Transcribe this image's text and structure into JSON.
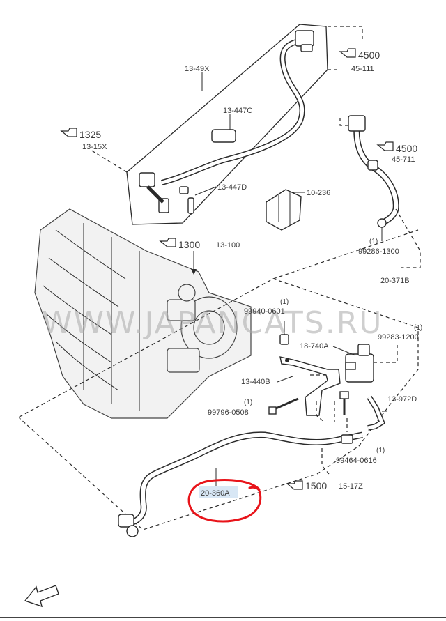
{
  "watermark": "WWW.JAPANCATS.RU",
  "refs": {
    "r4500_top": {
      "num": "4500",
      "sub": "45-111"
    },
    "r4500_mid": {
      "num": "4500",
      "sub": "45-711"
    },
    "r1325": {
      "num": "1325",
      "sub": "13-15X"
    },
    "r1300": {
      "num": "1300",
      "sub": "13-100"
    },
    "r1500": {
      "num": "1500",
      "sub": "15-17Z"
    }
  },
  "parts": {
    "p13_49X": "13-49X",
    "p13_447C": "13-447C",
    "p13_447D": "13-447D",
    "p10_236": "10-236",
    "p99286": "99286-1300",
    "p20_371B": "20-371B",
    "p99940": "99940-0601",
    "p18_740A": "18-740A",
    "p99283": "99283-1200",
    "p13_440B": "13-440B",
    "p99796": "99796-0508",
    "p13_972D": "13-972D",
    "p99464": "99464-0616",
    "p20_360A": "20-360A"
  },
  "qty": {
    "q99286": "(1)",
    "q99940": "(1)",
    "q99283": "(1)",
    "q99796": "(1)",
    "q99464": "(1)"
  },
  "highlight_color": "#e8141a"
}
